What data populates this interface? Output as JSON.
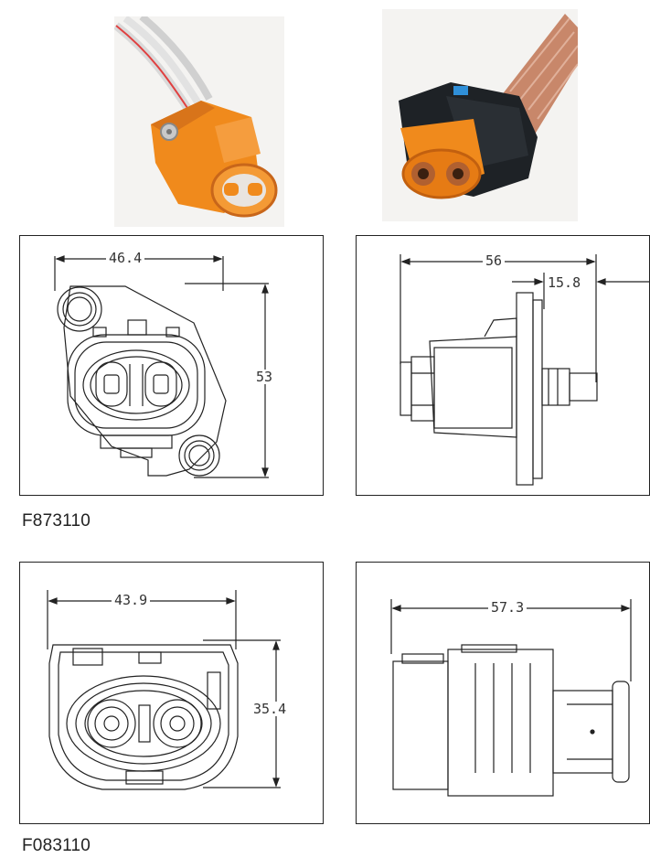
{
  "products": [
    {
      "part_number": "F873110",
      "front_view": {
        "width_dim": "46.4",
        "height_dim": "53"
      },
      "side_view": {
        "length_dim": "56",
        "offset_dim": "15.8"
      }
    },
    {
      "part_number": "F083110",
      "front_view": {
        "width_dim": "43.9",
        "height_dim": "35.4"
      },
      "side_view": {
        "length_dim": "57.3"
      }
    }
  ],
  "colors": {
    "connector_orange": "#f08a1c",
    "housing_black": "#1e2226",
    "latch_blue": "#2f8fd8",
    "cable_copper": "#c8876a"
  }
}
